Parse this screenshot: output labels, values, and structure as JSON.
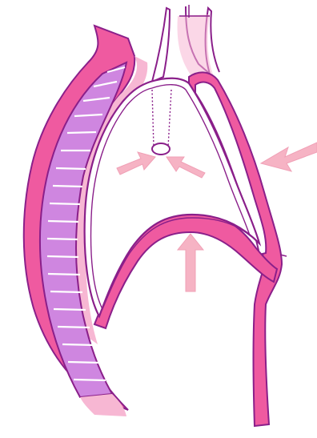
{
  "colors": {
    "background": "#ffffff",
    "tissue_pink": "#ef5aa0",
    "tissue_light": "#f7b7d3",
    "outline_purple": "#8a1f8a",
    "vertebra_fill": "#cf86e0",
    "vertebra_line": "#ffffff",
    "arrow_fill": "#f6b3c4",
    "cavity_fill": "#ffffff"
  },
  "icons": {
    "arrows": [
      "pressure-arrow-right",
      "pressure-arrow-bottom",
      "pressure-arrow-center-left",
      "pressure-arrow-center-right"
    ],
    "ring": "trachea-ring-icon"
  }
}
